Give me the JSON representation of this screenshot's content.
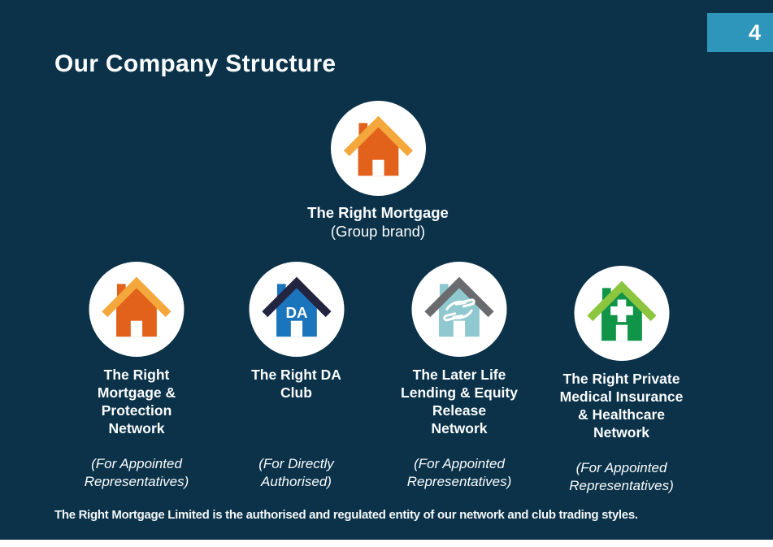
{
  "page": {
    "number": "4",
    "background_color": "#0B3249",
    "badge_color": "#2E96BA"
  },
  "title": "Our Company Structure",
  "group": {
    "name": "The Right Mortgage",
    "subtitle": "(Group brand)",
    "icon": {
      "name": "house-icon",
      "roof": "#F4A83C",
      "body": "#E2611B",
      "overlay": "none"
    }
  },
  "entities": [
    {
      "name": "The Right\nMortgage &\nProtection\nNetwork",
      "subtitle": "(For Appointed\nRepresentatives)",
      "icon": {
        "name": "house-icon",
        "roof": "#F4A83C",
        "body": "#E2611B",
        "overlay": "none"
      }
    },
    {
      "name": "The Right DA\nClub",
      "subtitle": "(For Directly\nAuthorised)",
      "icon": {
        "name": "house-da-icon",
        "roof": "#232440",
        "body": "#1B75BC",
        "overlay": "text",
        "overlay_text": "DA"
      }
    },
    {
      "name": "The Later Life\nLending & Equity\nRelease\nNetwork",
      "subtitle": "(For Appointed\nRepresentatives)",
      "icon": {
        "name": "house-care-hands-icon",
        "roof": "#6A6B6E",
        "body": "#8FC8CF",
        "overlay": "hands"
      }
    },
    {
      "name": "The Right Private\nMedical Insurance\n& Healthcare\nNetwork",
      "subtitle": "(For Appointed\nRepresentatives)",
      "icon": {
        "name": "house-medical-cross-icon",
        "roof": "#8CC63E",
        "body": "#109448",
        "overlay": "cross"
      }
    }
  ],
  "footer": "The Right Mortgage Limited is the authorised and regulated entity of our network and club trading styles."
}
